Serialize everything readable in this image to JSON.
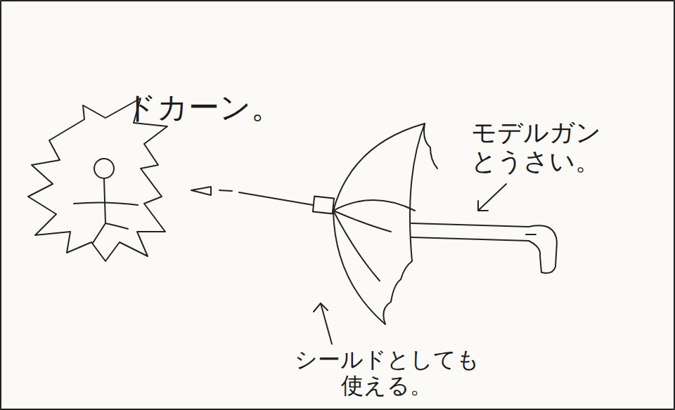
{
  "diagram": {
    "labels": [
      "ドカーン。",
      "モデルガン とうさい。",
      "シールドとしても 使える。"
    ]
  }
}
